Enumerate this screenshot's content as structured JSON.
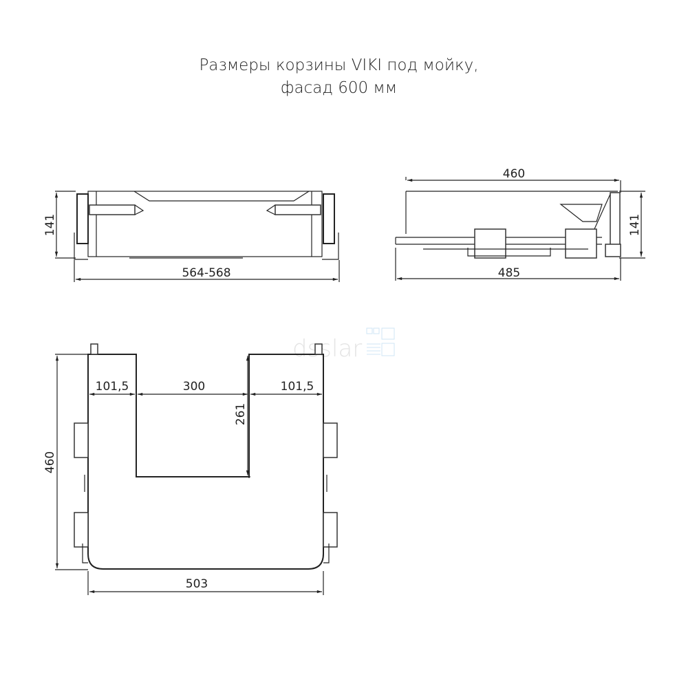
{
  "title": {
    "line1": "Размеры корзины VIKI под мойку,",
    "line2": "фасад 600 мм"
  },
  "watermark": "dsslar",
  "front_view": {
    "height": "141",
    "width": "564-568"
  },
  "side_view": {
    "depth": "460",
    "total_depth": "485",
    "height": "141"
  },
  "plan_view": {
    "left_margin": "101,5",
    "cutout_width": "300",
    "right_margin": "101,5",
    "cutout_depth": "261",
    "depth": "460",
    "width": "503"
  }
}
